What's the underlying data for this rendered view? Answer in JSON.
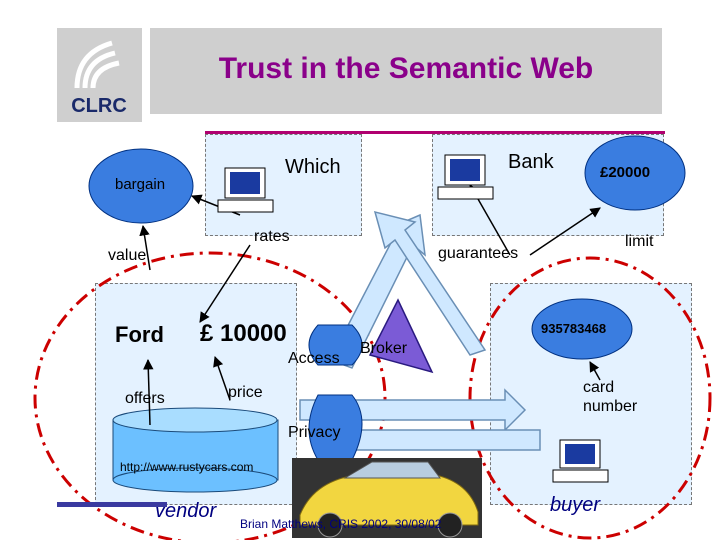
{
  "slide": {
    "title": "Trust in the Semantic Web",
    "logo_text": "CLRC",
    "footer": "Brian Matthews, CRIS 2002, 30/08/02"
  },
  "nodes": {
    "bargain": "bargain",
    "limit_amount": "£20000",
    "vendor_card_number": "935783468"
  },
  "labels": {
    "which": "Which",
    "bank": "Bank",
    "rates": "rates",
    "guarantees": "guarantees",
    "limit": "limit",
    "value": "value",
    "ford": "Ford",
    "price_amount": "£ 10000",
    "access": "Access",
    "broker": "Broker",
    "offers": "offers",
    "price": "price",
    "card_number": "card\nnumber",
    "privacy": "Privacy",
    "url": "http://www.rustycars.com",
    "vendor": "vendor",
    "buyer": "buyer"
  },
  "colors": {
    "title": "#8a008a",
    "panel_fill": "#e4f2ff",
    "node_fill": "#3a7de0",
    "dashed_circle": "#cc0000",
    "broker_fill": "#7b5bd6",
    "arrow_fill": "#cfe8ff"
  }
}
